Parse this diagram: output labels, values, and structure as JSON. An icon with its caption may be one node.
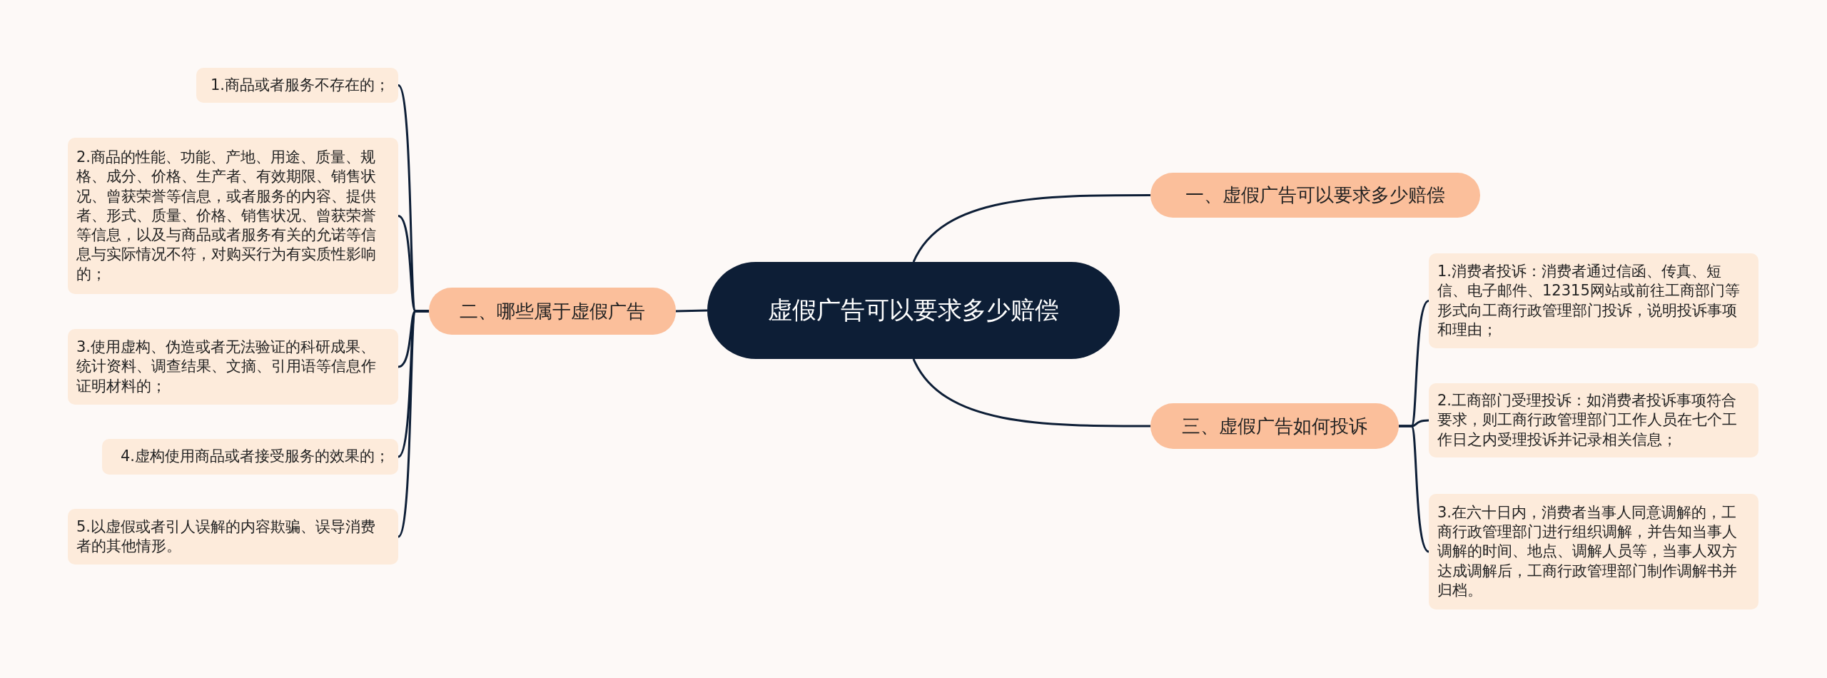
{
  "diagram": {
    "nodes": [
      {
        "text": [
          "虚假广告可以要求多少赔偿"
        ]
      },
      {
        "text": [
          "二、哪些属于虚假广告"
        ]
      },
      {
        "text": [
          "1.商品或者服务不存在的；"
        ]
      },
      {
        "text": [
          "2.商品的性能、功能、产地、用途、质量、规格、成分、价格、生产者、有效期限、销售状况、曾获荣誉等信息，或者服务的内容、提供者、形式、质量、价格、销售状况、曾获荣誉等信息，以及与商品或者服务有关的允诺等信息与实际情况不符，对购买行为有实质性影响的；"
        ]
      },
      {
        "text": [
          "3.使用虚构、伪造或者无法验证的科研成果、统计资料、调查结果、文摘、引用语等信息作证明材料的；"
        ]
      },
      {
        "text": [
          "4.虚构使用商品或者接受服务的效果的；"
        ]
      },
      {
        "text": [
          "5.以虚假或者引人误解的内容欺骗、误导消费者的其他情形。"
        ]
      },
      {
        "text": [
          "一、虚假广告可以要求多少赔偿"
        ]
      },
      {
        "text": [
          "三、虚假广告如何投诉"
        ]
      },
      {
        "text": [
          "1.消费者投诉：消费者通过信函、传真、短信、电子邮件、12315网站或前往工商部门等形式向工商行政管理部门投诉，说明投诉事项和理由；"
        ]
      },
      {
        "text": [
          "2.工商部门受理投诉：如消费者投诉事项符合要求，则工商行政管理部门工作人员在七个工作日之内受理投诉并记录相关信息；"
        ]
      },
      {
        "text": [
          "3.在六十日内，消费者当事人同意调解的，工商行政管理部门进行组织调解，并告知当事人调解的时间、地点、调解人员等，当事人双方达成调解后，工商行政管理部门制作调解书并归档。"
        ]
      }
    ],
    "edges": [
      {
        "from": 0,
        "to": 1,
        "arrow": "none"
      },
      {
        "from": 1,
        "to": 2,
        "arrow": "none"
      },
      {
        "from": 1,
        "to": 3,
        "arrow": "none"
      },
      {
        "from": 1,
        "to": 4,
        "arrow": "none"
      },
      {
        "from": 1,
        "to": 5,
        "arrow": "none"
      },
      {
        "from": 1,
        "to": 6,
        "arrow": "none"
      },
      {
        "from": 0,
        "to": 7,
        "arrow": "none"
      },
      {
        "from": 0,
        "to": 8,
        "arrow": "none"
      },
      {
        "from": 8,
        "to": 9,
        "arrow": "none"
      },
      {
        "from": 8,
        "to": 10,
        "arrow": "none"
      },
      {
        "from": 8,
        "to": 11,
        "arrow": "none"
      }
    ]
  }
}
